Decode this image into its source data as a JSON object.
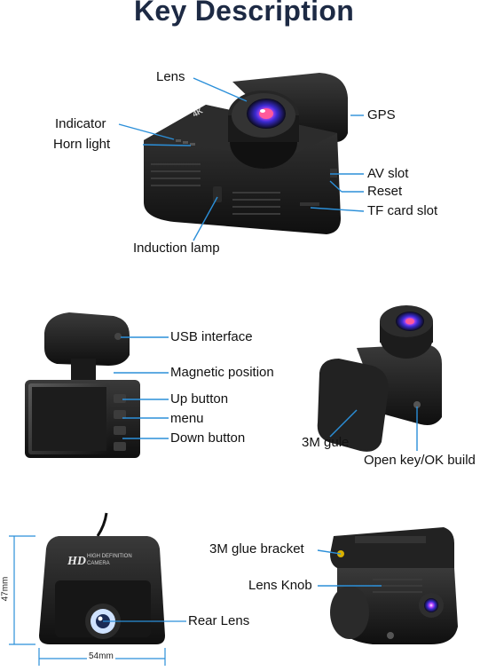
{
  "title": "Key Description",
  "front_view": {
    "labels": {
      "lens": "Lens",
      "indicator": "Indicator",
      "horn_light": "Horn light",
      "gps": "GPS",
      "av_slot": "AV slot",
      "reset": "Reset",
      "tf_card_slot": "TF card slot",
      "induction_lamp": "Induction lamp"
    },
    "device_marking": "4K"
  },
  "side_view": {
    "labels": {
      "usb_interface": "USB interface",
      "magnetic_position": "Magnetic position",
      "up_button": "Up button",
      "menu": "menu",
      "down_button": "Down button"
    }
  },
  "mount_view": {
    "labels": {
      "gule_3m": "3M gule",
      "open_key": "Open key/OK build"
    }
  },
  "rear_camera": {
    "labels": {
      "rear_lens": "Rear Lens"
    },
    "branding": {
      "hd": "HD",
      "line1": "HIGH DEFINITION",
      "line2": "CAMERA"
    },
    "dimensions": {
      "height": "47mm",
      "width": "54mm"
    }
  },
  "bracket_view": {
    "labels": {
      "glue_bracket_3m": "3M glue bracket",
      "lens_knob": "Lens Knob"
    }
  },
  "colors": {
    "title": "#1d2a44",
    "leader_line": "#2b8fd9",
    "device_body": "#1b1b1b",
    "lens_accent": "#6a3cff"
  }
}
